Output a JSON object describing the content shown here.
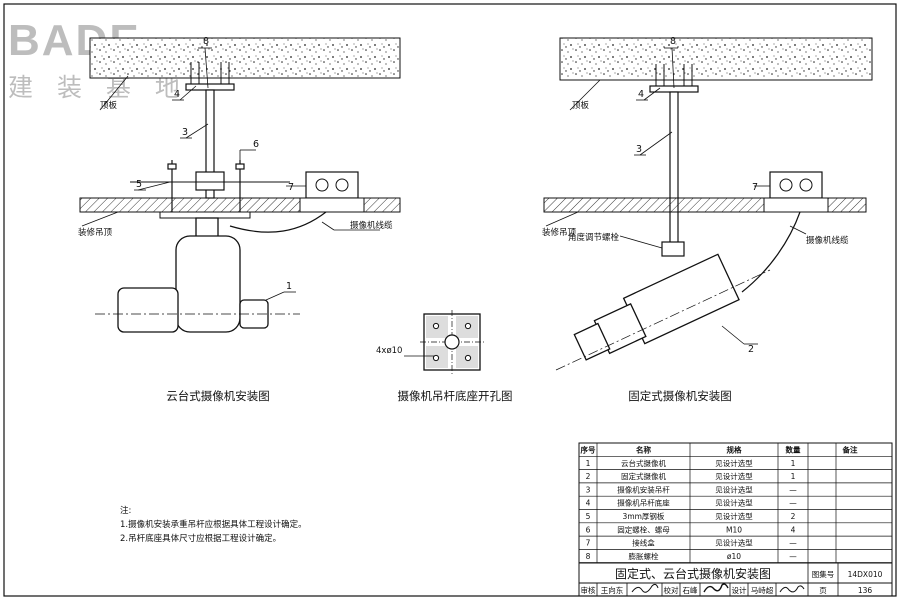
{
  "logo": {
    "brand": "BADE",
    "subtitle": "建 装 基 地"
  },
  "left_view": {
    "caption": "云台式摄像机安装图",
    "roof_label": "顶板",
    "ceiling_label": "装修吊顶",
    "cable_label": "摄像机线缆",
    "callouts": [
      "8",
      "4",
      "3",
      "6",
      "5",
      "7",
      "1"
    ]
  },
  "middle_view": {
    "caption": "摄像机吊杆底座开孔图",
    "hole_label": "4xø10"
  },
  "right_view": {
    "caption": "固定式摄像机安装图",
    "roof_label": "顶板",
    "ceiling_label": "装修吊顶",
    "cable_label": "摄像机线缆",
    "adjust_label": "角度调节螺栓",
    "callouts": [
      "8",
      "4",
      "3",
      "7",
      "2"
    ]
  },
  "notes": {
    "heading": "注:",
    "items": [
      "1.摄像机安装承重吊杆应根据具体工程设计确定。",
      "2.吊杆底座具体尺寸应根据工程设计确定。"
    ]
  },
  "table": {
    "headers": [
      "序号",
      "名称",
      "规格",
      "数量",
      "备注"
    ],
    "rows": [
      [
        "1",
        "云台式摄像机",
        "见设计选型",
        "1",
        ""
      ],
      [
        "2",
        "固定式摄像机",
        "见设计选型",
        "1",
        ""
      ],
      [
        "3",
        "摄像机安装吊杆",
        "见设计选型",
        "—",
        ""
      ],
      [
        "4",
        "摄像机吊杆底座",
        "见设计选型",
        "—",
        ""
      ],
      [
        "5",
        "3mm厚钢板",
        "见设计选型",
        "2",
        ""
      ],
      [
        "6",
        "固定螺栓、螺母",
        "M10",
        "4",
        ""
      ],
      [
        "7",
        "接线盒",
        "见设计选型",
        "—",
        ""
      ],
      [
        "8",
        "膨胀螺栓",
        "ø10",
        "—",
        ""
      ]
    ]
  },
  "title_block": {
    "title": "固定式、云台式摄像机安装图",
    "atlas_label": "图集号",
    "atlas_no": "14DX010",
    "page_label": "页",
    "page_no": "136",
    "review_label": "审核",
    "review_name": "王向东",
    "check_label": "校对",
    "check_name": "石峰",
    "design_label": "设计",
    "design_name": "马峙超"
  }
}
